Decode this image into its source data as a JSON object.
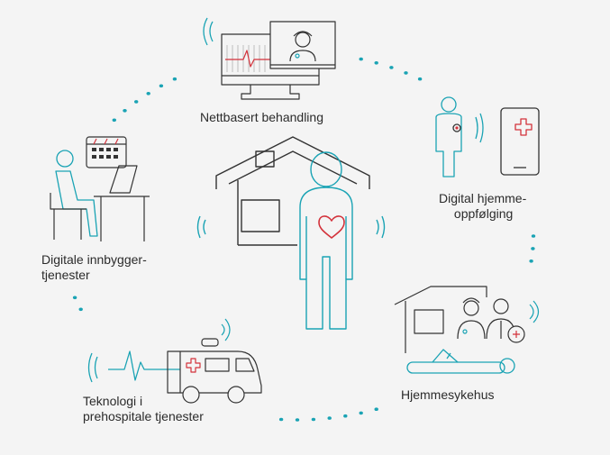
{
  "colors": {
    "line": "#333333",
    "accent": "#1aa3b4",
    "red": "#d3323b",
    "background": "#f4f4f4"
  },
  "labels": {
    "online_treatment": "Nettbasert behandling",
    "digital_home_followup_line1": "Digital hjemme-",
    "digital_home_followup_line2": "oppfølging",
    "digital_citizen_line1": "Digitale innbygger-",
    "digital_citizen_line2": "tjenester",
    "home_hospital": "Hjemmesykehus",
    "prehospital_line1": "Teknologi i",
    "prehospital_line2": "prehospitale tjenester"
  },
  "icons": [
    "center-house-person-heart-icon",
    "computer-video-consultation-icon",
    "patient-with-sensor-and-phone-icon",
    "house-nurse-doctor-patient-icon",
    "ambulance-pulse-icon",
    "person-at-desk-calendar-icon",
    "signal-waves-icon",
    "dotted-circle-path-icon"
  ]
}
